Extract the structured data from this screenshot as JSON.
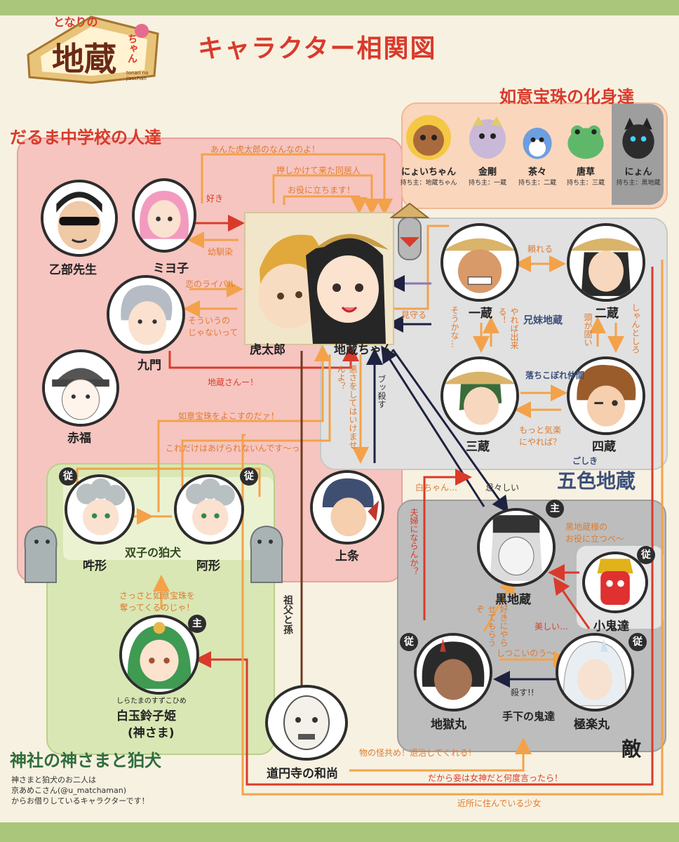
{
  "title": "キャラクター相関図",
  "logo": {
    "main": "地蔵",
    "top": "となりの",
    "side": "ちゃん",
    "sub": "tonari no jizochan"
  },
  "groups": {
    "school": "だるま中学校の人達",
    "nyoi": "如意宝珠の化身達",
    "goshiki": "五色地蔵",
    "goshiki_ruby": "ごしき",
    "shrine": "神社の神さまと狛犬",
    "enemy": "敵",
    "twins": "双子の狛犬",
    "siblings": "兄妹地蔵",
    "nakama": "落ちこぼれ仲間",
    "underlings": "手下の鬼達"
  },
  "characters": {
    "otobe": "乙部先生",
    "miyoko": "ミヨ子",
    "kumon": "九門",
    "akafuku": "赤福",
    "kotaro": "虎太郎",
    "jizo": "地蔵ちゃん",
    "kamijo": "上条",
    "ungyo": "吽形",
    "agyo": "阿形",
    "hime": "白玉鈴子姫",
    "hime_ruby": "しらたまのすずこひめ",
    "hime_sub": "(神さま)",
    "dosho": "道円寺の和尚",
    "ichizo": "一蔵",
    "nizo": "二蔵",
    "sanzo": "三蔵",
    "yonzo": "四蔵",
    "kurojizo": "黒地蔵",
    "kooni": "小鬼達",
    "jigokumaru": "地獄丸",
    "gokurakumaru": "極楽丸"
  },
  "badges": {
    "ju": "従",
    "shu": "主"
  },
  "nyoi_items": [
    {
      "name": "にょいちゃん",
      "owner": "持ち主：地蔵ちゃん"
    },
    {
      "name": "金剛",
      "owner": "持ち主：一蔵"
    },
    {
      "name": "茶々",
      "owner": "持ち主：二蔵"
    },
    {
      "name": "唐草",
      "owner": "持ち主：三蔵"
    },
    {
      "name": "にょん",
      "owner": "持ち主：黒地蔵"
    }
  ],
  "notes": {
    "anta": "あんた虎太郎のなんなのよ！",
    "oshikake": "押しかけて来た同居人",
    "oyaku": "お役に立ちます！",
    "suki": "好き",
    "osananajimi": "幼馴染",
    "koi": "恋のライバル",
    "soiuno": "そういうの\nじゃないって",
    "jizosan": "地蔵さんー！",
    "yokose": "如意宝珠をよこすのだァ！",
    "koredake": "これだけはあげられないんです〜っ",
    "warui": "悪さをしてはいけませんよ？",
    "butsu": "ブッ殺す",
    "sassato": "さっさと如意宝珠を\n奪ってくるのじゃ！",
    "sofu": "祖父と孫",
    "mimamoru": "見守る",
    "tayoreru": "頼れる",
    "sokana": "そうかな…",
    "yareba": "やれば出来る！",
    "atamaga": "頭が固い",
    "shanto": "しゃんとしろ",
    "motto": "もっと気楽\nにやれば？",
    "shirochan": "白ちゃん…",
    "imaimashii": "忌々しい",
    "fufu": "夫婦にならんか？",
    "kurosama": "黒地蔵様の\nお役に立つべ〜",
    "sukini": "好きにやらせてもらうぞ",
    "utsukushii": "美しい…",
    "shitsukoi": "しつこいのう〜",
    "korosu": "殺す!!",
    "mononoke": "物の怪共め！退治してくれる！",
    "megami": "だから妾は女神だと何度言ったら！",
    "kinjo": "近所に住んでいる少女"
  },
  "credit": "神さまと狛犬のお二人は\n京あめこさん(@u_matchaman)\nからお借りしているキャラクターです！",
  "colors": {
    "orange": "#f3a24a",
    "red": "#d93a2b",
    "navy": "#1e2240",
    "brown": "#6b3a22"
  }
}
